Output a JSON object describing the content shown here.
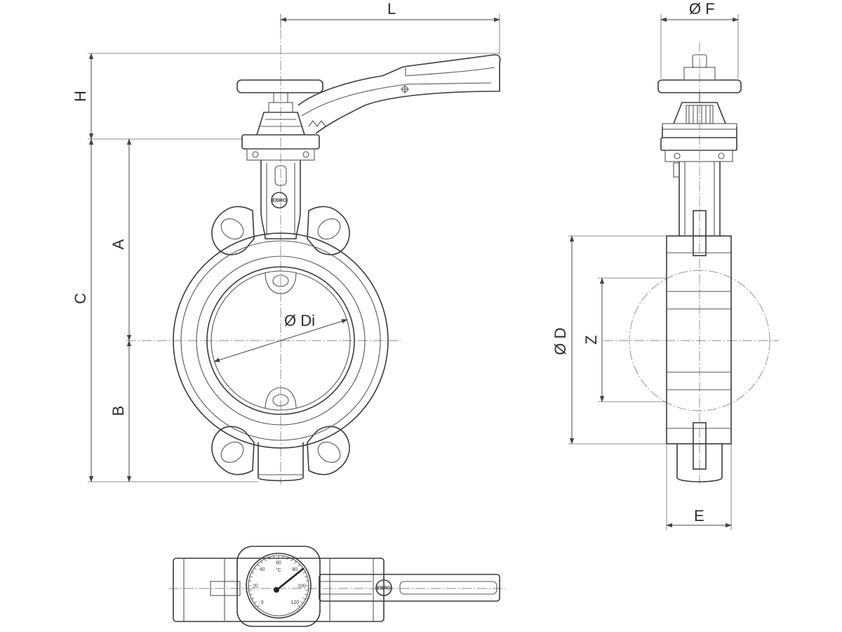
{
  "dimensions": {
    "L": "L",
    "H": "H",
    "C": "C",
    "A": "A",
    "B": "B",
    "Di": "Ø Di",
    "F": "Ø F",
    "D": "Ø D",
    "Z": "Z",
    "E": "E"
  },
  "logo": "EBRO",
  "gauge": {
    "unit": "°C",
    "ticks": [
      "0",
      "20",
      "40",
      "60",
      "80",
      "100",
      "120"
    ]
  }
}
